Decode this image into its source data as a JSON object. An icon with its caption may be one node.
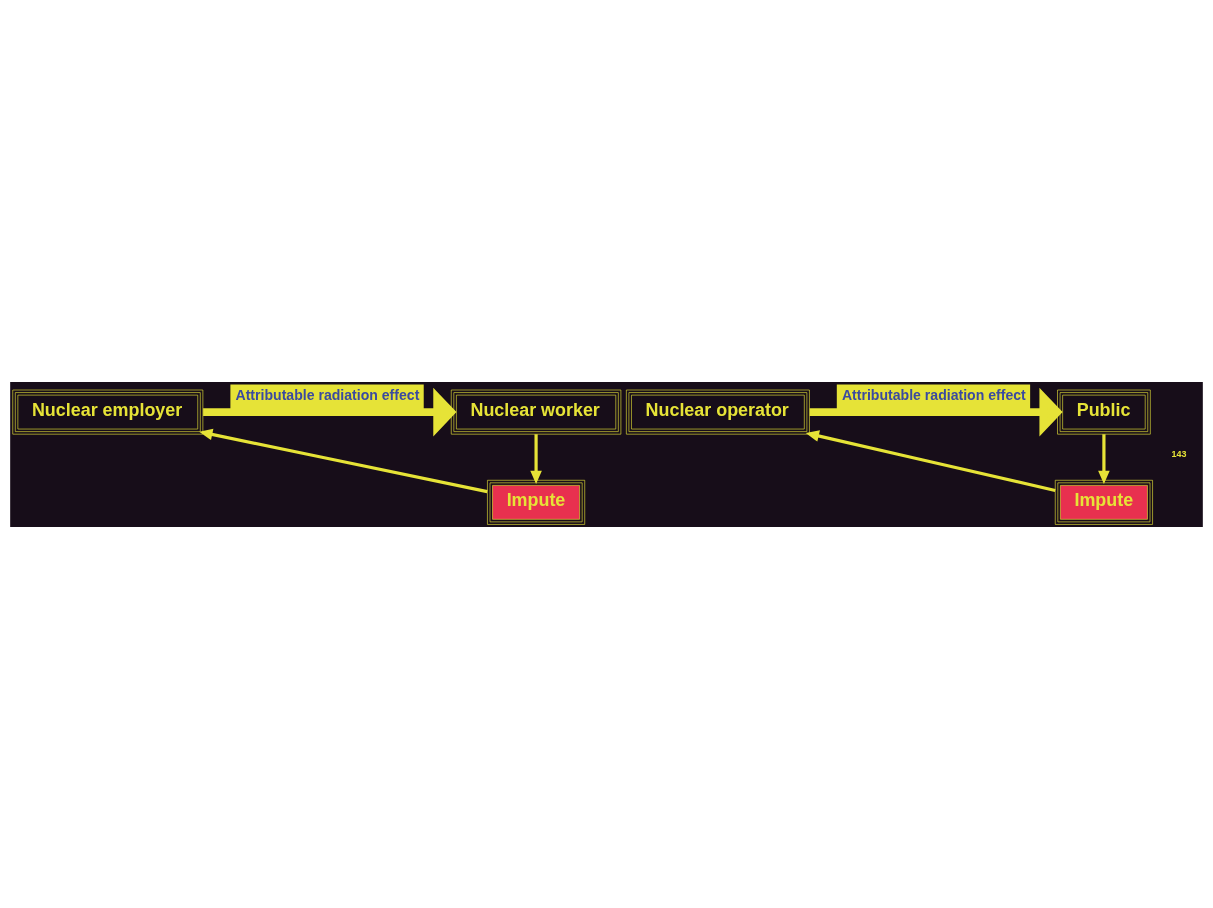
{
  "diagram": {
    "nodes": [
      {
        "text": [
          "Nuclear employer"
        ]
      },
      {
        "text": [
          "Nuclear worker"
        ]
      },
      {
        "text": [
          "Impute"
        ]
      },
      {
        "text": [
          "Nuclear operator"
        ]
      },
      {
        "text": [
          "Public"
        ]
      },
      {
        "text": [
          "Impute"
        ]
      }
    ],
    "edges": [
      {
        "from": 0,
        "to": 1,
        "arrow": "to",
        "label": "Attributable radiation effect",
        "style": "thick"
      },
      {
        "from": 1,
        "to": 2,
        "arrow": "to"
      },
      {
        "from": 2,
        "to": 0,
        "arrow": "to"
      },
      {
        "from": 3,
        "to": 4,
        "arrow": "to",
        "label": "Attributable radiation effect",
        "style": "thick"
      },
      {
        "from": 4,
        "to": 5,
        "arrow": "to"
      },
      {
        "from": 5,
        "to": 3,
        "arrow": "to"
      }
    ],
    "labels": [
      "143"
    ]
  }
}
